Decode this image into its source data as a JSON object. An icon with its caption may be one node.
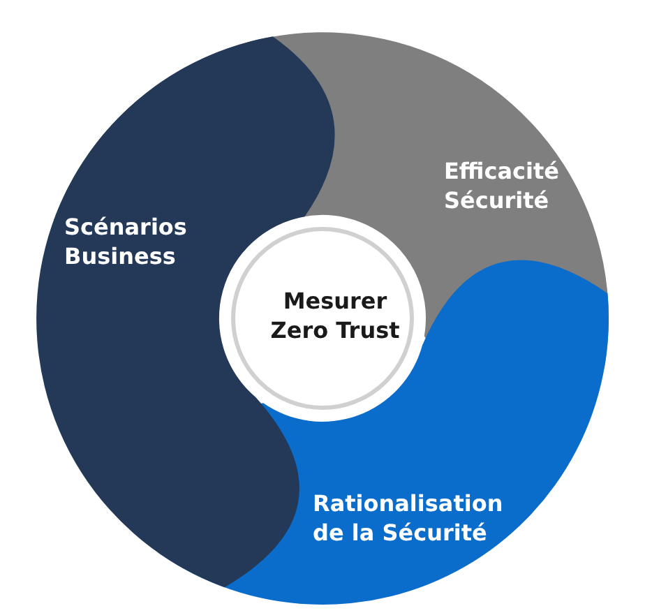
{
  "diagram": {
    "nodes": [
      {
        "text": [
          "Efficacité Sécurité"
        ]
      },
      {
        "text": [
          "Scénarios Business"
        ]
      },
      {
        "text": [
          "Mesurer Zero Trust"
        ]
      },
      {
        "text": [
          "Rationalisation de la Sécurité"
        ]
      }
    ]
  }
}
